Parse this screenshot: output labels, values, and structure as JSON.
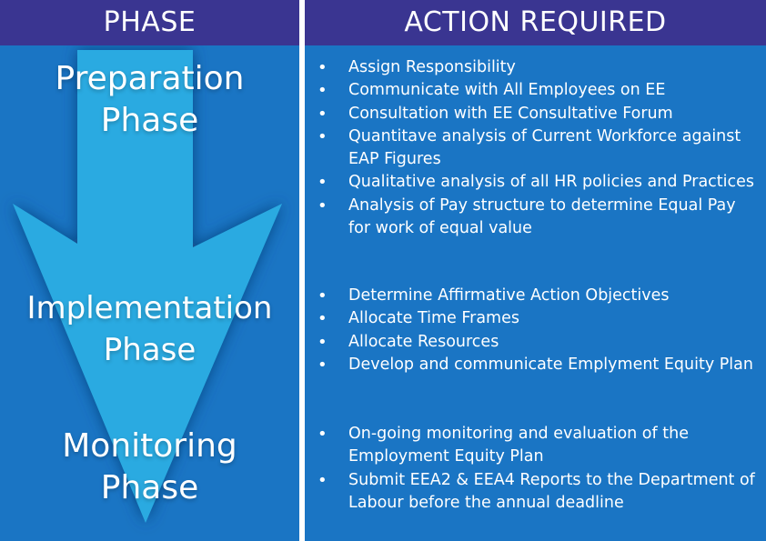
{
  "header": {
    "phase_title": "PHASE",
    "action_title": "ACTION REQUIRED"
  },
  "colors": {
    "header_bg": "#3a3591",
    "panel_bg": "#1a75c4",
    "arrow_fill": "#29aae1",
    "text": "#ffffff"
  },
  "phases": [
    {
      "line1": "Preparation",
      "line2": "Phase"
    },
    {
      "line1": "Implementation",
      "line2": "Phase"
    },
    {
      "line1": "Monitoring",
      "line2": "Phase"
    }
  ],
  "actions": [
    [
      "Assign Responsibility",
      "Communicate with All Employees on EE",
      "Consultation with EE Consultative Forum",
      "Quantitave analysis of Current Workforce against EAP Figures",
      "Qualitative analysis of all HR policies and Practices",
      "Analysis of Pay structure to determine Equal Pay for work of equal value"
    ],
    [
      "Determine Affirmative Action Objectives",
      "Allocate Time Frames",
      "Allocate Resources",
      "Develop and communicate Emplyment Equity Plan"
    ],
    [
      "On-going monitoring and evaluation of the Employment Equity Plan",
      "Submit EEA2 & EEA4 Reports to the Department of Labour before the annual deadline"
    ]
  ]
}
